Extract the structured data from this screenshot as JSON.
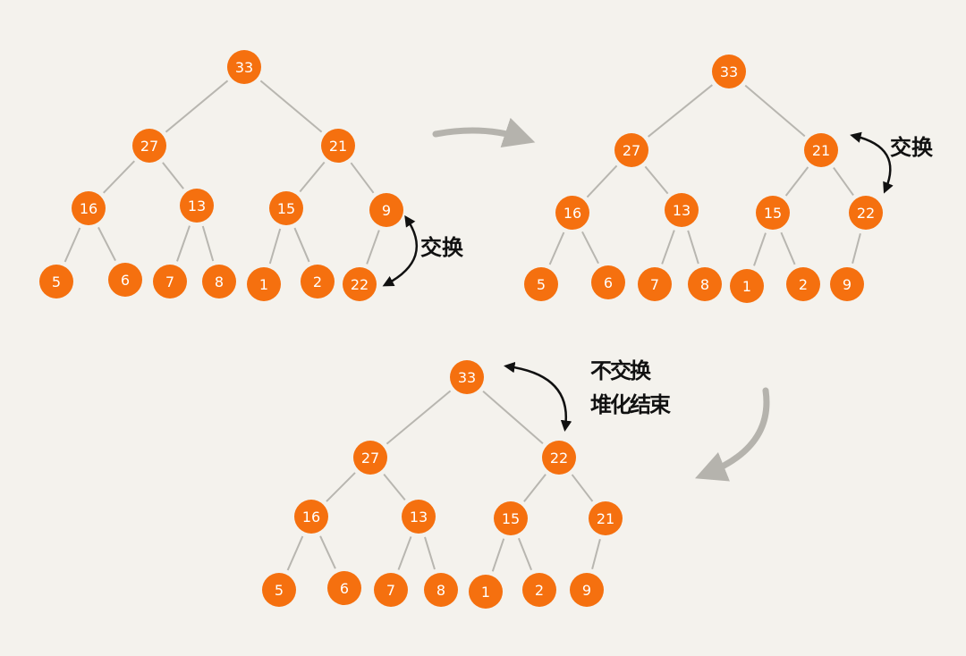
{
  "colors": {
    "node": "#f5700f",
    "node_text": "#ffffff",
    "edge": "#b8b6b0",
    "flow_arrow": "#b5b3ad",
    "swap_arrow": "#111111",
    "background": "#f4f2ed"
  },
  "trees": [
    {
      "values": [
        33,
        27,
        21,
        16,
        13,
        15,
        9,
        5,
        6,
        7,
        8,
        1,
        2,
        22
      ]
    },
    {
      "values": [
        33,
        27,
        21,
        16,
        13,
        15,
        22,
        5,
        6,
        7,
        8,
        1,
        2,
        9
      ]
    },
    {
      "values": [
        33,
        27,
        22,
        16,
        13,
        15,
        21,
        5,
        6,
        7,
        8,
        1,
        2,
        9
      ]
    }
  ],
  "annotations": {
    "swap1": "交换",
    "swap2": "交换",
    "no_swap_line1": "不交换",
    "no_swap_line2": "堆化结束"
  }
}
